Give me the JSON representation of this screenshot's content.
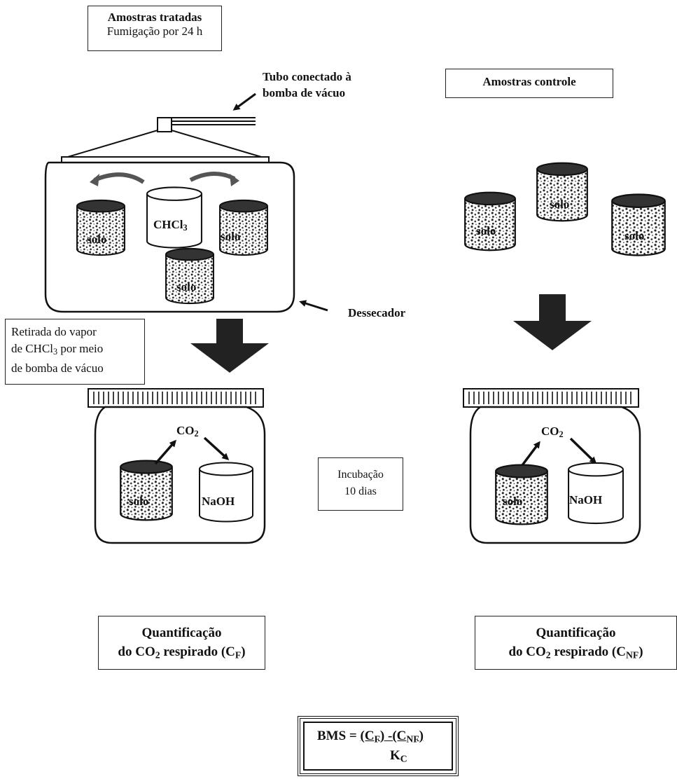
{
  "treated": {
    "title": "Amostras tratadas",
    "subtitle": "Fumigação por 24 h"
  },
  "tube_label_line1": "Tubo conectado à",
  "tube_label_line2": "bomba de vácuo",
  "control_title": "Amostras controle",
  "desiccator_label": "Dessecador",
  "chcl3_label": "CHCl",
  "chcl3_sub": "3",
  "soil_label": "solo",
  "naoh_label": "NaOH",
  "co2_label": "CO",
  "co2_sub": "2",
  "removal_box": {
    "line1": "Retirada do  vapor",
    "line2_a": "de CHCl",
    "line2_sub": "3",
    "line2_b": " por meio",
    "line3": "de bomba de vácuo"
  },
  "incubation": {
    "line1": "Incubação",
    "line2": "10 dias"
  },
  "quant_left": {
    "line1": "Quantificação",
    "line2_a": "do CO",
    "line2_sub": "2",
    "line2_b": " respirado (C",
    "line2_sub2": "F",
    "line2_c": ")"
  },
  "quant_right": {
    "line1": "Quantificação",
    "line2_a": "do CO",
    "line2_sub": "2",
    "line2_b": " respirado (C",
    "line2_sub2": "NF",
    "line2_c": ")"
  },
  "formula": {
    "lhs": "BMS = ",
    "num_a": "(C",
    "num_sub1": "F",
    "num_b": ") -(C",
    "num_sub2": "NF",
    "num_c": ")",
    "den": "K",
    "den_sub": "C"
  }
}
